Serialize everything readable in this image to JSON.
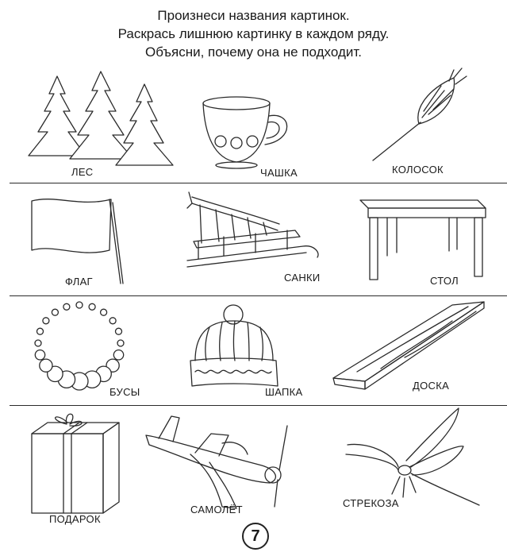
{
  "instructions": {
    "line1": "Произнеси названия картинок.",
    "line2": "Раскрась лишнюю картинку в каждом ряду.",
    "line3": "Объясни, почему она не подходит."
  },
  "rows": [
    {
      "items": [
        {
          "label": "ЛЕС",
          "icon": "forest-icon"
        },
        {
          "label": "ЧАШКА",
          "icon": "cup-icon"
        },
        {
          "label": "КОЛОСОК",
          "icon": "wheat-ear-icon"
        }
      ]
    },
    {
      "items": [
        {
          "label": "ФЛАГ",
          "icon": "flag-icon"
        },
        {
          "label": "САНКИ",
          "icon": "sled-icon"
        },
        {
          "label": "СТОЛ",
          "icon": "table-icon"
        }
      ]
    },
    {
      "items": [
        {
          "label": "БУСЫ",
          "icon": "beads-icon"
        },
        {
          "label": "ШАПКА",
          "icon": "hat-icon"
        },
        {
          "label": "ДОСКА",
          "icon": "board-icon"
        }
      ]
    },
    {
      "items": [
        {
          "label": "ПОДАРОК",
          "icon": "gift-icon"
        },
        {
          "label": "САМОЛЁТ",
          "icon": "airplane-icon"
        },
        {
          "label": "СТРЕКОЗА",
          "icon": "dragonfly-icon"
        }
      ]
    }
  ],
  "page_number": "7"
}
